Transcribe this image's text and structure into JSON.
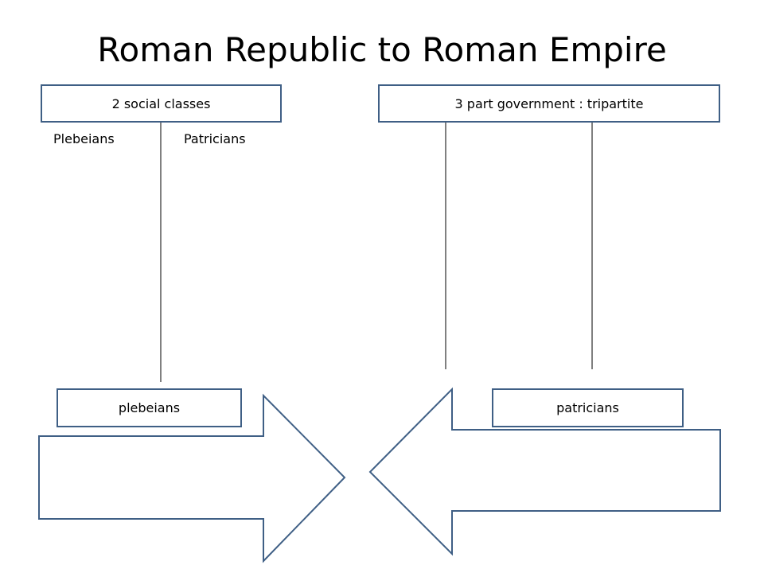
{
  "title": "Roman Republic to Roman Empire",
  "boxes": {
    "social_classes": "2 social classes",
    "government": "3 part government : tripartite",
    "plebeians": "plebeians",
    "patricians": "patricians"
  },
  "labels": {
    "plebeians": "Plebeians",
    "patricians": "Patricians"
  },
  "colors": {
    "box_border": "#3f5f85",
    "line": "#000000",
    "text": "#000000"
  }
}
